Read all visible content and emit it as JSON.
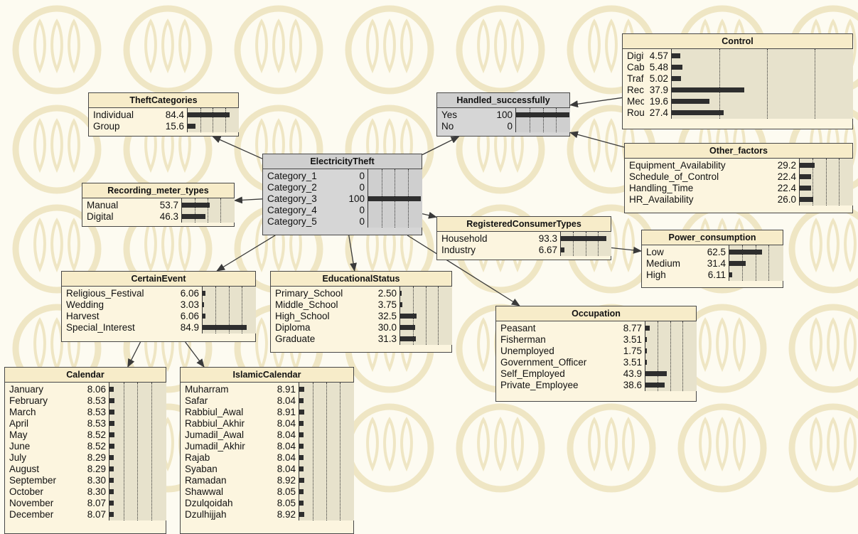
{
  "colors": {
    "background": "#fdfbf1",
    "node_fill": "#fcf5df",
    "node_gray": "#d6d6d6",
    "bar": "#2e2e2e",
    "watermark": "#efe6c4"
  },
  "nodes": {
    "control": {
      "title": "Control",
      "rows": [
        {
          "label": "Digital_Metering",
          "value": "4.57",
          "pct": 4.57
        },
        {
          "label": "Cables_Management",
          "value": "5.48",
          "pct": 5.48
        },
        {
          "label": "Trafo_Management",
          "value": "5.02",
          "pct": 5.02
        },
        {
          "label": "Recording_Meter_Managem...",
          "value": "37.9",
          "pct": 37.9
        },
        {
          "label": "Mechanical_Training",
          "value": "19.6",
          "pct": 19.6
        },
        {
          "label": "Routine_Supervision",
          "value": "27.4",
          "pct": 27.4
        }
      ]
    },
    "handled": {
      "title": "Handled_successfully",
      "rows": [
        {
          "label": "Yes",
          "value": "100",
          "pct": 100
        },
        {
          "label": "No",
          "value": "0",
          "pct": 0
        }
      ]
    },
    "theft_categories": {
      "title": "TheftCategories",
      "rows": [
        {
          "label": "Individual",
          "value": "84.4",
          "pct": 84.4
        },
        {
          "label": "Group",
          "value": "15.6",
          "pct": 15.6
        }
      ]
    },
    "other_factors": {
      "title": "Other_factors",
      "rows": [
        {
          "label": "Equipment_Availability",
          "value": "29.2",
          "pct": 29.2
        },
        {
          "label": "Schedule_of_Control",
          "value": "22.4",
          "pct": 22.4
        },
        {
          "label": "Handling_Time",
          "value": "22.4",
          "pct": 22.4
        },
        {
          "label": "HR_Availability",
          "value": "26.0",
          "pct": 26.0
        }
      ]
    },
    "electricity_theft": {
      "title": "ElectricityTheft",
      "rows": [
        {
          "label": "Category_1",
          "value": "0",
          "pct": 0
        },
        {
          "label": "Category_2",
          "value": "0",
          "pct": 0
        },
        {
          "label": "Category_3",
          "value": "100",
          "pct": 100
        },
        {
          "label": "Category_4",
          "value": "0",
          "pct": 0
        },
        {
          "label": "Category_5",
          "value": "0",
          "pct": 0
        }
      ]
    },
    "recording_meter": {
      "title": "Recording_meter_types",
      "rows": [
        {
          "label": "Manual",
          "value": "53.7",
          "pct": 53.7
        },
        {
          "label": "Digital",
          "value": "46.3",
          "pct": 46.3
        }
      ]
    },
    "registered_consumer": {
      "title": "RegisteredConsumerTypes",
      "rows": [
        {
          "label": "Household",
          "value": "93.3",
          "pct": 93.3
        },
        {
          "label": "Industry",
          "value": "6.67",
          "pct": 6.67
        }
      ]
    },
    "power_consumption": {
      "title": "Power_consumption",
      "rows": [
        {
          "label": "Low",
          "value": "62.5",
          "pct": 62.5
        },
        {
          "label": "Medium",
          "value": "31.4",
          "pct": 31.4
        },
        {
          "label": "High",
          "value": "6.11",
          "pct": 6.11
        }
      ]
    },
    "certain_event": {
      "title": "CertainEvent",
      "rows": [
        {
          "label": "Religious_Festival",
          "value": "6.06",
          "pct": 6.06
        },
        {
          "label": "Wedding",
          "value": "3.03",
          "pct": 3.03
        },
        {
          "label": "Harvest",
          "value": "6.06",
          "pct": 6.06
        },
        {
          "label": "Special_Interest",
          "value": "84.9",
          "pct": 84.9
        }
      ]
    },
    "educational_status": {
      "title": "EducationalStatus",
      "rows": [
        {
          "label": "Primary_School",
          "value": "2.50",
          "pct": 2.5
        },
        {
          "label": "Middle_School",
          "value": "3.75",
          "pct": 3.75
        },
        {
          "label": "High_School",
          "value": "32.5",
          "pct": 32.5
        },
        {
          "label": "Diploma",
          "value": "30.0",
          "pct": 30.0
        },
        {
          "label": "Graduate",
          "value": "31.3",
          "pct": 31.3
        }
      ]
    },
    "occupation": {
      "title": "Occupation",
      "rows": [
        {
          "label": "Peasant",
          "value": "8.77",
          "pct": 8.77
        },
        {
          "label": "Fisherman",
          "value": "3.51",
          "pct": 3.51
        },
        {
          "label": "Unemployed",
          "value": "1.75",
          "pct": 1.75
        },
        {
          "label": "Government_Officer",
          "value": "3.51",
          "pct": 3.51
        },
        {
          "label": "Self_Employed",
          "value": "43.9",
          "pct": 43.9
        },
        {
          "label": "Private_Employee",
          "value": "38.6",
          "pct": 38.6
        }
      ]
    },
    "calendar": {
      "title": "Calendar",
      "rows": [
        {
          "label": "January",
          "value": "8.06",
          "pct": 8.06
        },
        {
          "label": "February",
          "value": "8.53",
          "pct": 8.53
        },
        {
          "label": "March",
          "value": "8.53",
          "pct": 8.53
        },
        {
          "label": "April",
          "value": "8.53",
          "pct": 8.53
        },
        {
          "label": "May",
          "value": "8.52",
          "pct": 8.52
        },
        {
          "label": "June",
          "value": "8.52",
          "pct": 8.52
        },
        {
          "label": "July",
          "value": "8.29",
          "pct": 8.29
        },
        {
          "label": "August",
          "value": "8.29",
          "pct": 8.29
        },
        {
          "label": "September",
          "value": "8.30",
          "pct": 8.3
        },
        {
          "label": "October",
          "value": "8.30",
          "pct": 8.3
        },
        {
          "label": "November",
          "value": "8.07",
          "pct": 8.07
        },
        {
          "label": "December",
          "value": "8.07",
          "pct": 8.07
        }
      ]
    },
    "islamic_calendar": {
      "title": "IslamicCalendar",
      "rows": [
        {
          "label": "Muharram",
          "value": "8.91",
          "pct": 8.91
        },
        {
          "label": "Safar",
          "value": "8.04",
          "pct": 8.04
        },
        {
          "label": "Rabbiul_Awal",
          "value": "8.91",
          "pct": 8.91
        },
        {
          "label": "Rabbiul_Akhir",
          "value": "8.04",
          "pct": 8.04
        },
        {
          "label": "Jumadil_Awal",
          "value": "8.04",
          "pct": 8.04
        },
        {
          "label": "Jumadil_Akhir",
          "value": "8.04",
          "pct": 8.04
        },
        {
          "label": "Rajab",
          "value": "8.04",
          "pct": 8.04
        },
        {
          "label": "Syaban",
          "value": "8.04",
          "pct": 8.04
        },
        {
          "label": "Ramadan",
          "value": "8.92",
          "pct": 8.92
        },
        {
          "label": "Shawwal",
          "value": "8.05",
          "pct": 8.05
        },
        {
          "label": "Dzulqoidah",
          "value": "8.05",
          "pct": 8.05
        },
        {
          "label": "Dzulhijjah",
          "value": "8.92",
          "pct": 8.92
        }
      ]
    }
  },
  "links": [
    {
      "from": "electricity_theft",
      "to": "theft_categories"
    },
    {
      "from": "electricity_theft",
      "to": "handled"
    },
    {
      "from": "control",
      "to": "handled"
    },
    {
      "from": "other_factors",
      "to": "handled"
    },
    {
      "from": "electricity_theft",
      "to": "recording_meter"
    },
    {
      "from": "electricity_theft",
      "to": "registered_consumer"
    },
    {
      "from": "registered_consumer",
      "to": "power_consumption"
    },
    {
      "from": "electricity_theft",
      "to": "certain_event"
    },
    {
      "from": "electricity_theft",
      "to": "educational_status"
    },
    {
      "from": "electricity_theft",
      "to": "occupation"
    },
    {
      "from": "certain_event",
      "to": "calendar"
    },
    {
      "from": "certain_event",
      "to": "islamic_calendar"
    }
  ]
}
